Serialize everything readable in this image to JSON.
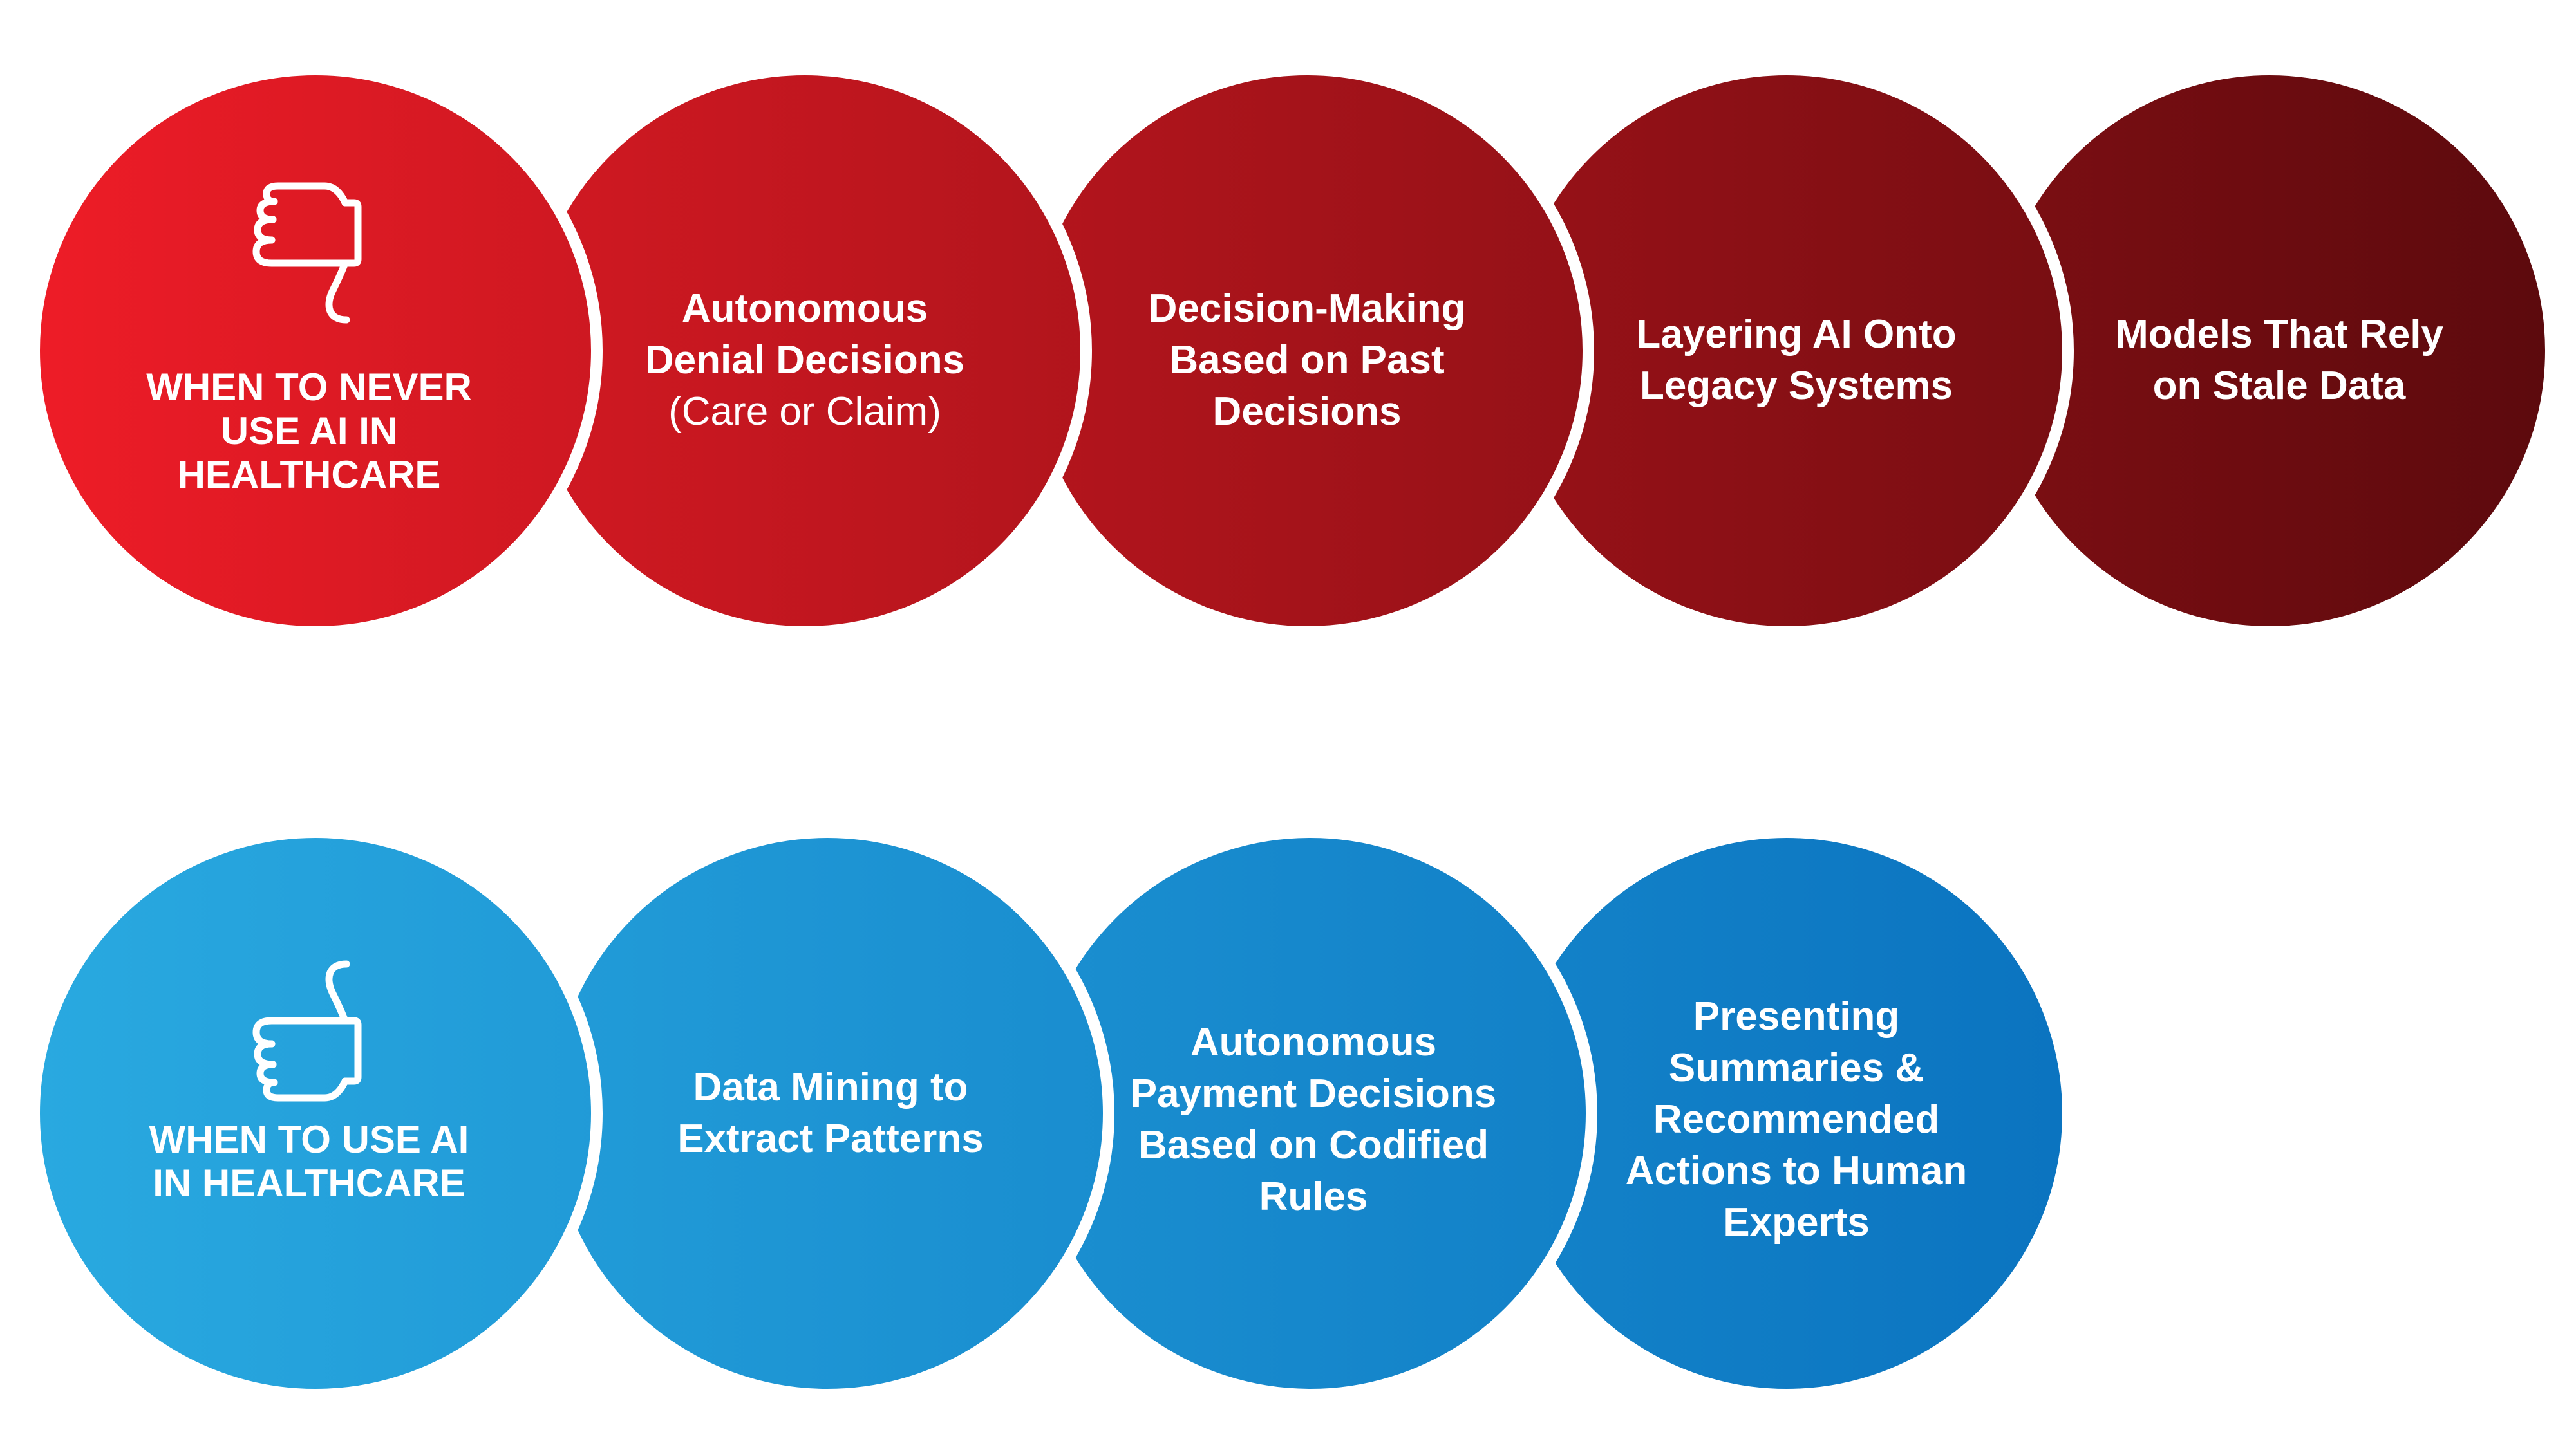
{
  "colors": {
    "top_gradient_start": "#ee1c27",
    "top_gradient_end": "#5c0a0d",
    "bottom_gradient_start": "#29a9e0",
    "bottom_gradient_end": "#0b74c0",
    "separator": "#ffffff",
    "text": "#ffffff"
  },
  "top_row": {
    "icon": "thumbs-down-icon",
    "header_lines": [
      "WHEN TO NEVER",
      "USE AI IN",
      "HEALTHCARE"
    ],
    "items": [
      {
        "lines": [
          "Autonomous",
          "Denial Decisions"
        ],
        "sub": "(Care or Claim)"
      },
      {
        "lines": [
          "Decision-Making",
          "Based on Past",
          "Decisions"
        ]
      },
      {
        "lines": [
          "Layering AI Onto",
          "Legacy Systems"
        ]
      },
      {
        "lines": [
          "Models That Rely",
          "on Stale Data"
        ]
      }
    ]
  },
  "bottom_row": {
    "icon": "thumbs-up-icon",
    "header_lines": [
      "WHEN TO USE AI",
      "IN HEALTHCARE"
    ],
    "items": [
      {
        "lines": [
          "Data Mining to",
          "Extract Patterns"
        ]
      },
      {
        "lines": [
          "Autonomous",
          "Payment Decisions",
          "Based on Codified",
          "Rules"
        ]
      },
      {
        "lines": [
          "Presenting",
          "Summaries &",
          "Recommended",
          "Actions to Human",
          "Experts"
        ]
      }
    ]
  }
}
